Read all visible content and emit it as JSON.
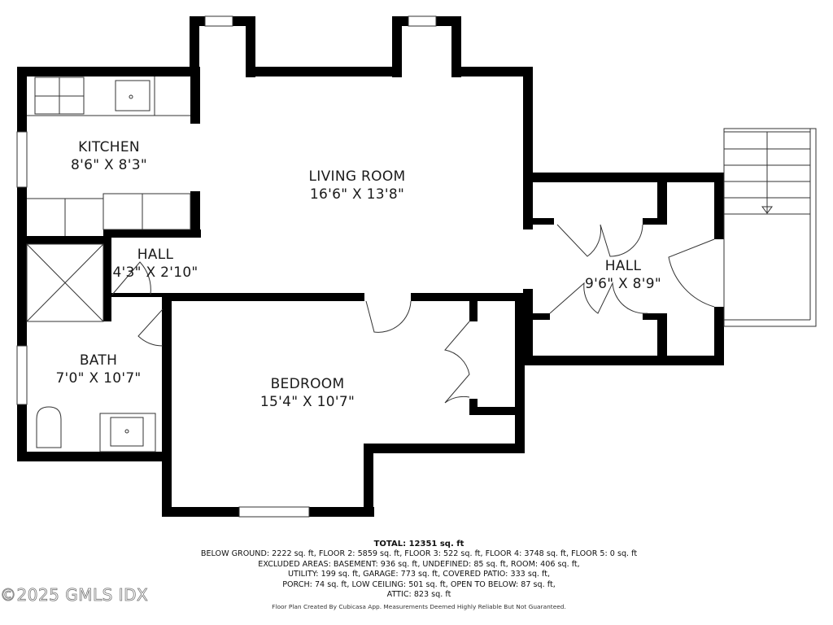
{
  "rooms": {
    "kitchen": {
      "name": "KITCHEN",
      "size": "8'6\" X 8'3\""
    },
    "living_room": {
      "name": "LIVING ROOM",
      "size": "16'6\" X 13'8\""
    },
    "hall_small": {
      "name": "HALL",
      "size": "4'3\" X 2'10\""
    },
    "hall_large": {
      "name": "HALL",
      "size": "9'6\" X 8'9\""
    },
    "bath": {
      "name": "BATH",
      "size": "7'0\" X 10'7\""
    },
    "bedroom": {
      "name": "BEDROOM",
      "size": "15'4\" X 10'7\""
    }
  },
  "summary": {
    "total": "TOTAL: 12351 sq. ft",
    "lines": [
      "BELOW GROUND: 2222 sq. ft, FLOOR 2: 5859 sq. ft, FLOOR 3: 522 sq. ft, FLOOR 4: 3748 sq. ft, FLOOR 5: 0 sq. ft",
      "EXCLUDED AREAS: BASEMENT: 936 sq. ft, UNDEFINED: 85 sq. ft, ROOM: 406 sq. ft,",
      "UTILITY: 199 sq. ft, GARAGE: 773 sq. ft, COVERED PATIO: 333 sq. ft,",
      "PORCH: 74 sq. ft, LOW CEILING: 501 sq. ft, OPEN TO BELOW: 87 sq. ft,",
      "ATTIC: 823 sq. ft"
    ],
    "credit": "Floor Plan Created By Cubicasa App. Measurements Deemed Highly Reliable But Not Guaranteed."
  },
  "watermark": "©2025 GMLS IDX",
  "colors": {
    "wall": "#000000",
    "background": "#ffffff",
    "fixture_line": "#333333"
  }
}
